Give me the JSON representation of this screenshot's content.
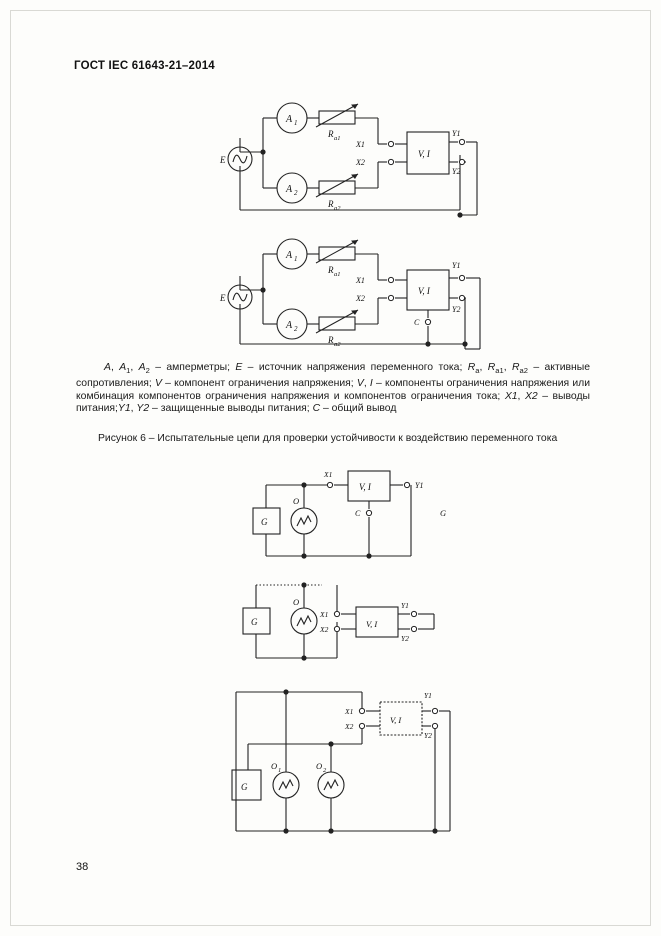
{
  "document": {
    "header": "ГОСТ IEC 61643-21–2014",
    "page_number": "38"
  },
  "legend": {
    "text": "A, A1, A2 – амперметры; E – источник напряжения переменного тока; Ra, Ra1, Ra2 – активные сопротивления; V – компонент ограничения напряжения; V, I – компоненты ограничения напряжения или комбинация компонентов ограничения напряжения и компонентов ограничения тока; X1, X2 – выводы питания;Y1, Y2 – защищенные выводы питания; C – общий вывод"
  },
  "figure": {
    "caption": "Рисунок 6 – Испытательные цепи для проверки устойчивости к воздействию переменного тока"
  },
  "circuits": [
    {
      "id": "circuit-1",
      "labels": {
        "source": "E",
        "ammeter_1": "A",
        "ammeter_1_sub": "1",
        "ammeter_2": "A",
        "ammeter_2_sub": "2",
        "resistor_1": "R",
        "resistor_1_sub": "a1",
        "resistor_2": "R",
        "resistor_2_sub": "a2",
        "terminal_x1": "X1",
        "terminal_x2": "X2",
        "dut": "V, I",
        "terminal_y1": "Y1",
        "terminal_y2": "Y2"
      }
    },
    {
      "id": "circuit-2",
      "labels": {
        "source": "E",
        "ammeter_1": "A",
        "ammeter_1_sub": "1",
        "ammeter_2": "A",
        "ammeter_2_sub": "2",
        "resistor_1": "R",
        "resistor_1_sub": "a1",
        "resistor_2": "R",
        "resistor_2_sub": "a2",
        "terminal_x1": "X1",
        "terminal_x2": "X2",
        "dut": "V, I",
        "terminal_y1": "Y1",
        "terminal_y2": "Y2",
        "terminal_c": "C"
      }
    },
    {
      "id": "circuit-3",
      "labels": {
        "generator": "G",
        "oscilloscope": "O",
        "terminal_x1": "X1",
        "dut": "V, I",
        "terminal_y1": "Y1",
        "terminal_c": "C",
        "ground_note": "G"
      }
    },
    {
      "id": "circuit-4",
      "labels": {
        "generator": "G",
        "oscilloscope": "O",
        "terminal_x1": "X1",
        "terminal_x2": "X2",
        "dut": "V, I",
        "terminal_y1": "Y1",
        "terminal_y2": "Y2"
      }
    },
    {
      "id": "circuit-5",
      "labels": {
        "generator": "G",
        "oscilloscope_1": "O",
        "oscilloscope_1_sub": "1",
        "oscilloscope_2": "O",
        "oscilloscope_2_sub": "2",
        "terminal_x1": "X1",
        "terminal_x2": "X2",
        "dut": "V, I",
        "terminal_y1": "Y1",
        "terminal_y2": "Y2"
      }
    }
  ],
  "colors": {
    "ink": "#111111",
    "paper": "#fdfdfb",
    "wire": "#2a2a2a"
  }
}
